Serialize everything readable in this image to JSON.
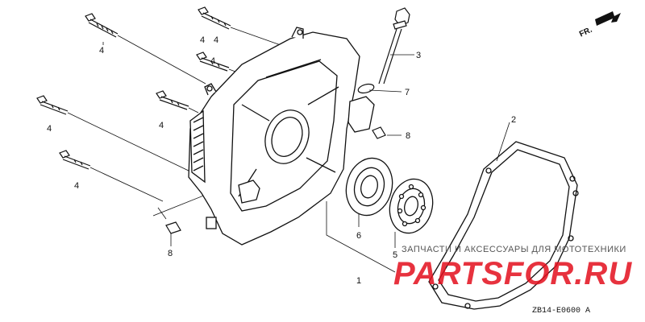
{
  "orientation": {
    "label": "FR."
  },
  "callouts": {
    "bolt_a": "4",
    "bolt_b": "4",
    "bolt_c": "4",
    "bolt_d": "4",
    "bolt_e": "4",
    "bolt_f": "4",
    "bolt_g": "4",
    "oil_gauge": "3",
    "gauge_oring": "7",
    "pin_upper": "8",
    "pin_lower": "8",
    "gasket": "2",
    "oil_seal": "6",
    "bearing": "5",
    "case_cover": "1"
  },
  "watermark": {
    "caption": "ЗАПЧАСТИ И АКСЕССУАРЫ ДЛЯ МОТОТЕХНИКИ",
    "logo": "PARTSFOR.RU"
  },
  "diagram_code": "ZB14-E0600 A",
  "colors": {
    "line": "#111111",
    "watermark_red": "#e30f1d",
    "watermark_gray": "#555555"
  }
}
